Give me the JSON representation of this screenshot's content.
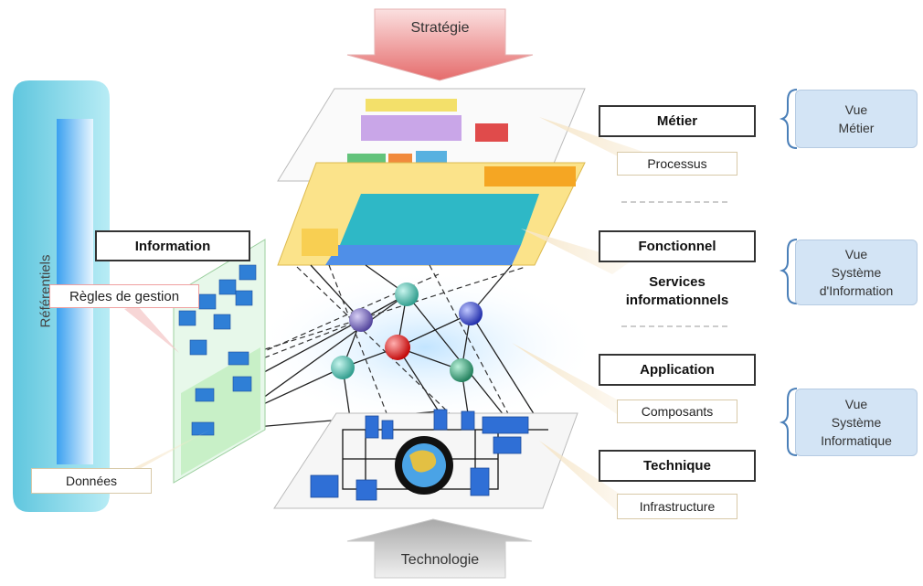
{
  "top_arrow": {
    "label": "Stratégie",
    "color": "#e8a0a0"
  },
  "bottom_arrow": {
    "label": "Technologie",
    "color": "#c8c8c8"
  },
  "side_panel": {
    "label": "Référentiels",
    "color": "#8fd3e6"
  },
  "information": {
    "label": "Information",
    "rules_label": "Règles de gestion",
    "data_label": "Données"
  },
  "layers": [
    {
      "title": "Métier",
      "tag": "Processus"
    },
    {
      "title": "Fonctionnel",
      "tag": "Services informationnels"
    },
    {
      "title": "Application",
      "tag": "Composants"
    },
    {
      "title": "Technique",
      "tag": "Infrastructure"
    }
  ],
  "services_line1": "Services",
  "services_line2": "informationnels",
  "views": [
    {
      "lines": [
        "Vue",
        "Métier"
      ]
    },
    {
      "lines": [
        "Vue",
        "Système",
        "d'Information"
      ]
    },
    {
      "lines": [
        "Vue",
        "Système",
        "Informatique"
      ]
    }
  ],
  "colors": {
    "accent_blue": "#3a7bd5",
    "view_bg": "#d3e4f5",
    "sphere_red": "#e01b1b",
    "sphere_green": "#2aa37a",
    "sphere_purple": "#6a5acd"
  }
}
